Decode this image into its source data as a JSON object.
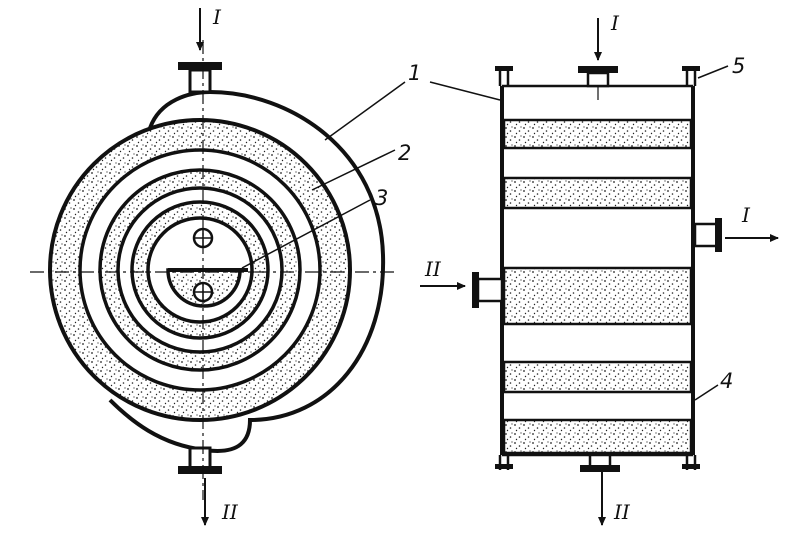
{
  "diagram": {
    "part_labels": [
      "1",
      "2",
      "3",
      "4",
      "5"
    ],
    "flow_labels": {
      "inlet_I": "I",
      "outlet_II": "II",
      "right_inlet_I": "I",
      "right_outlet_I": "I",
      "right_inlet_II": "II",
      "right_outlet_II": "II"
    },
    "colors": {
      "ink": "#111111",
      "fill_stipple": "#222222",
      "background": "#ffffff"
    }
  }
}
